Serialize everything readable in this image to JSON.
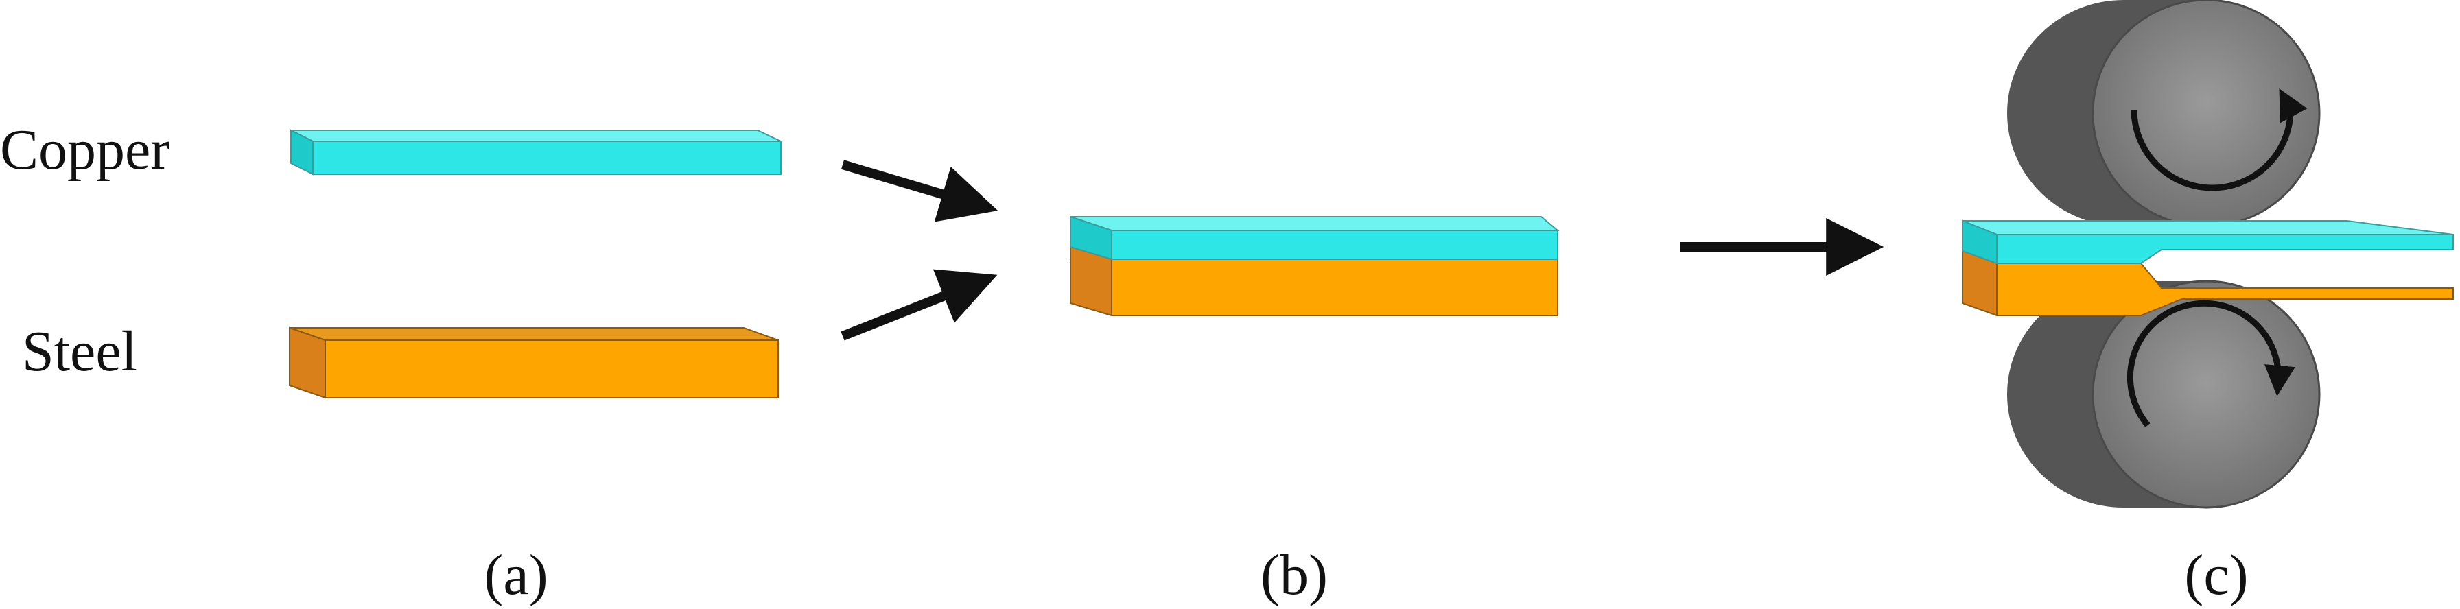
{
  "labels": {
    "copper": "Copper",
    "steel": "Steel"
  },
  "panels": [
    "(a)",
    "(b)",
    "(c)"
  ],
  "colors": {
    "copper_top": "#5cf0ee",
    "copper_front": "#2fe6e6",
    "copper_side": "#20c9c9",
    "steel_top": "#f5a623",
    "steel_front": "#ffa500",
    "steel_side": "#d9801a",
    "roller_dark": "#5a5a5a",
    "roller_face": "#858585",
    "arrow": "#111111"
  },
  "icons": [
    "arrow-icon",
    "rotation-clockwise-icon",
    "rotation-counterclockwise-icon"
  ]
}
